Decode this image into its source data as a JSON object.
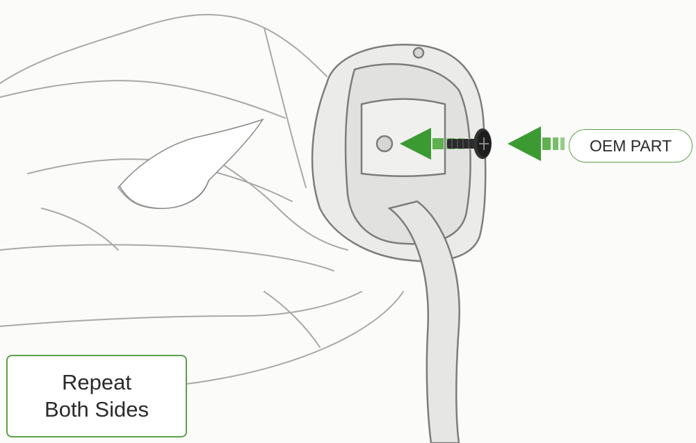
{
  "callouts": {
    "part_label": "OEM PART",
    "repeat_line1": "Repeat",
    "repeat_line2": "Both Sides"
  },
  "colors": {
    "arrow_green": "#3c9a32",
    "arrow_light": "#a8d59a",
    "outline_green": "#5aa046",
    "sketch": "#9a9a9a",
    "screw": "#2b2b2b"
  },
  "icons": [
    "hand-sketch",
    "earcup-sketch",
    "cable-sketch",
    "screw-icon",
    "insert-arrow-icon"
  ]
}
